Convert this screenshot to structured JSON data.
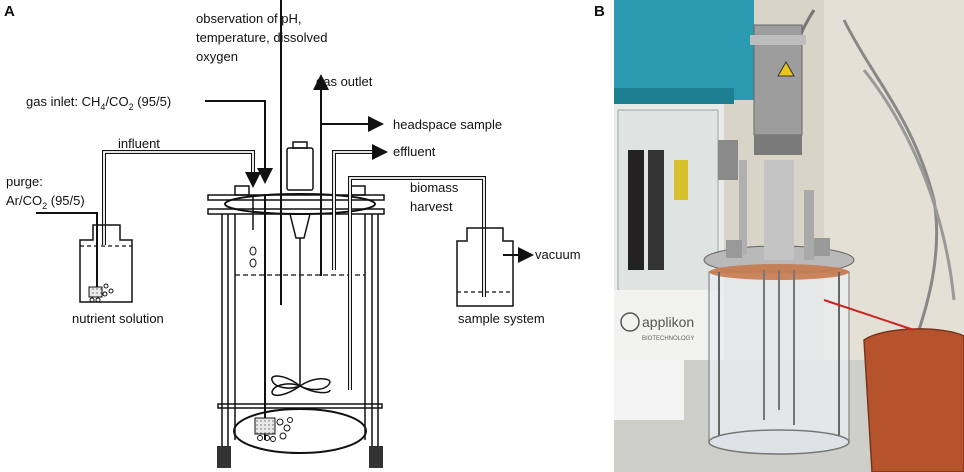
{
  "panels": {
    "a_letter": "A",
    "b_letter": "B"
  },
  "labels": {
    "observation_1": "observation of pH,",
    "observation_2": "temperature, dissolved",
    "observation_3": "oxygen",
    "gas_outlet": "gas outlet",
    "gas_inlet_prefix": "gas inlet: CH",
    "gas_inlet_sub4": "4",
    "gas_inlet_mid": "/CO",
    "gas_inlet_sub2": "2",
    "gas_inlet_suffix": " (95/5)",
    "headspace_sample": "headspace sample",
    "influent": "influent",
    "effluent": "effluent",
    "purge_1": "purge:",
    "purge_2_prefix": "Ar/CO",
    "purge_2_sub": "2",
    "purge_2_suffix": " (95/5)",
    "biomass_1": "biomass",
    "biomass_2": "harvest",
    "vacuum": "vacuum",
    "nutrient_solution": "nutrient solution",
    "sample_system": "sample system"
  },
  "photo": {
    "brand_text": "applikon",
    "brand_sub": "BIOTECHNOLOGY",
    "colors": {
      "cabinet": "#2a9bb0",
      "wall": "#d9d4c8",
      "heater": "#b5532c",
      "steel": "#a8a8a8"
    }
  }
}
